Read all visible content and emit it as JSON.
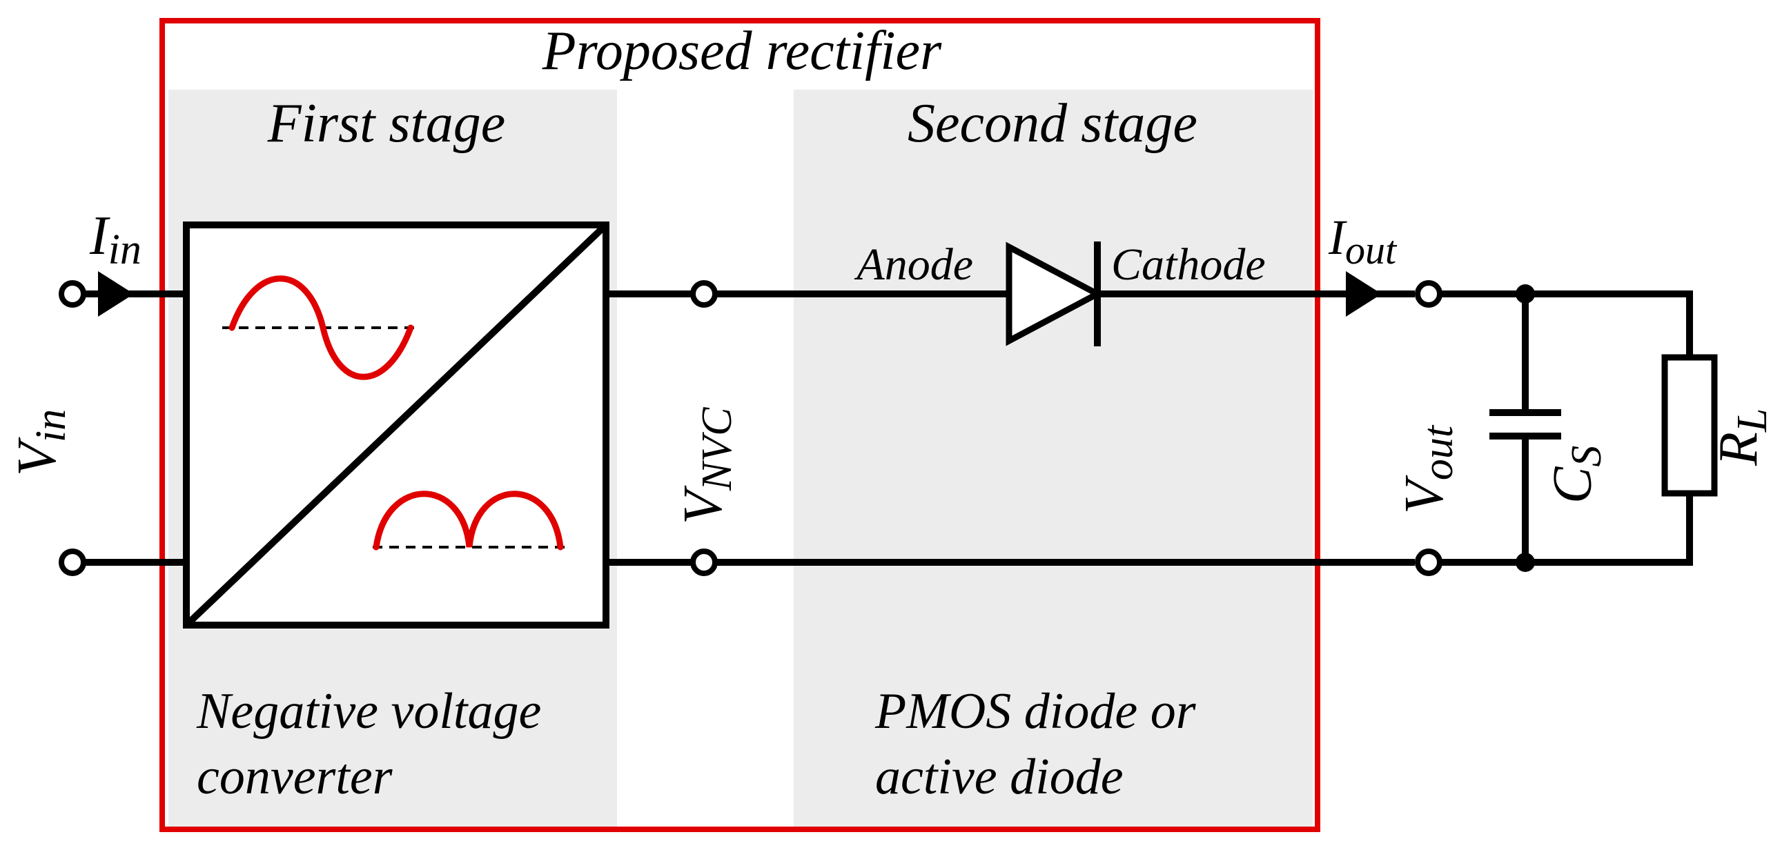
{
  "title": "Proposed rectifier",
  "stages": {
    "first": {
      "title": "First stage",
      "description_line1": "Negative voltage",
      "description_line2": "converter"
    },
    "second": {
      "title": "Second stage",
      "description_line1": "PMOS diode or",
      "description_line2": "active diode"
    }
  },
  "diode": {
    "anode_label": "Anode",
    "cathode_label": "Cathode"
  },
  "signals": {
    "i_in": {
      "main": "I",
      "sub": "in"
    },
    "v_in": {
      "main": "V",
      "sub": "in"
    },
    "v_nvc": {
      "main": "V",
      "sub": "NVC"
    },
    "i_out": {
      "main": "I",
      "sub": "out"
    },
    "v_out": {
      "main": "V",
      "sub": "out"
    },
    "c_s": {
      "main": "C",
      "sub": "S"
    },
    "r_l": {
      "main": "R",
      "sub": "L"
    }
  },
  "colors": {
    "frame": "#e00000",
    "stage_fill": "#ececec",
    "waveform": "#e00000",
    "wire": "#000000"
  }
}
